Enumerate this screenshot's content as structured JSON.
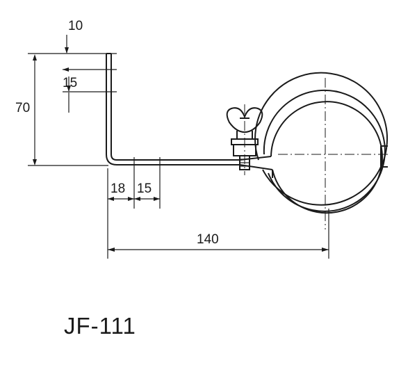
{
  "dimensions": {
    "top_offset": "10",
    "height": "70",
    "hole_offset": "15",
    "bend_offset_1": "18",
    "bend_offset_2": "15",
    "length": "140"
  },
  "model": {
    "name": "JF-111"
  },
  "icons": {
    "wing_nut": "wing-nut-icon",
    "pipe_ring": "pipe-ring-icon",
    "bracket": "l-bracket-icon"
  },
  "colors": {
    "line": "#1a1a1a",
    "background": "#ffffff"
  }
}
